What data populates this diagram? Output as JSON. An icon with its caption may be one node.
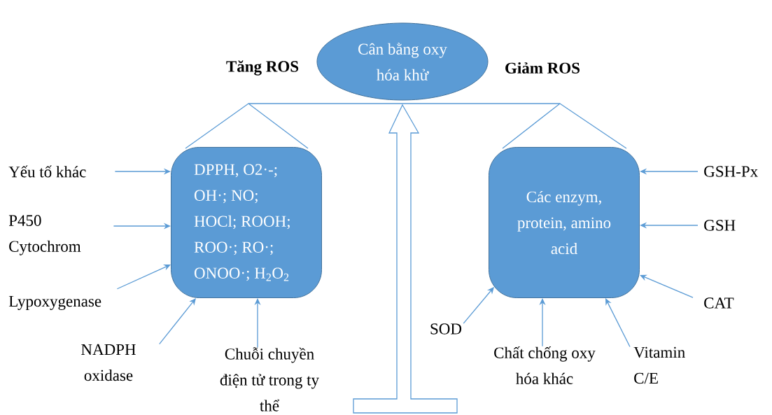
{
  "diagram": {
    "nodes": [
      {
        "text": [
          "Cân bằng oxy hóa khử"
        ]
      },
      {
        "text": [
          "DPPH, O2·-; OH·; NO; HOCl; ROOH; ROO·; RO·; ONOO·; H$_{2}$O$_{2}$"
        ]
      },
      {
        "text": [
          "Các enzym, protein, amino acid"
        ]
      },
      {
        "text": [
          "Yếu tố khác"
        ]
      },
      {
        "text": [
          "P450 Cytochrom"
        ]
      },
      {
        "text": [
          "Lypoxygenase"
        ]
      },
      {
        "text": [
          "NADPH oxidase"
        ]
      },
      {
        "text": [
          "Chuỗi chuyền điện tử trong ty thể"
        ]
      },
      {
        "text": [
          "GSH-Px"
        ]
      },
      {
        "text": [
          "GSH"
        ]
      },
      {
        "text": [
          "CAT"
        ]
      },
      {
        "text": [
          "SOD"
        ]
      },
      {
        "text": [
          "Chất chống oxy hóa khác"
        ]
      },
      {
        "text": [
          "Vitamin C/E"
        ]
      }
    ],
    "edges": [
      {
        "from": 3,
        "to": 1,
        "arrow": "to"
      },
      {
        "from": 4,
        "to": 1,
        "arrow": "to"
      },
      {
        "from": 5,
        "to": 1,
        "arrow": "to"
      },
      {
        "from": 6,
        "to": 1,
        "arrow": "to"
      },
      {
        "from": 7,
        "to": 1,
        "arrow": "to"
      },
      {
        "from": 8,
        "to": 2,
        "arrow": "to"
      },
      {
        "from": 9,
        "to": 2,
        "arrow": "to"
      },
      {
        "from": 10,
        "to": 2,
        "arrow": "to"
      },
      {
        "from": 11,
        "to": 2,
        "arrow": "to"
      },
      {
        "from": 12,
        "to": 2,
        "arrow": "to"
      },
      {
        "from": 13,
        "to": 2,
        "arrow": "to"
      }
    ],
    "labels": [
      "Tăng ROS",
      "Giảm ROS"
    ]
  }
}
